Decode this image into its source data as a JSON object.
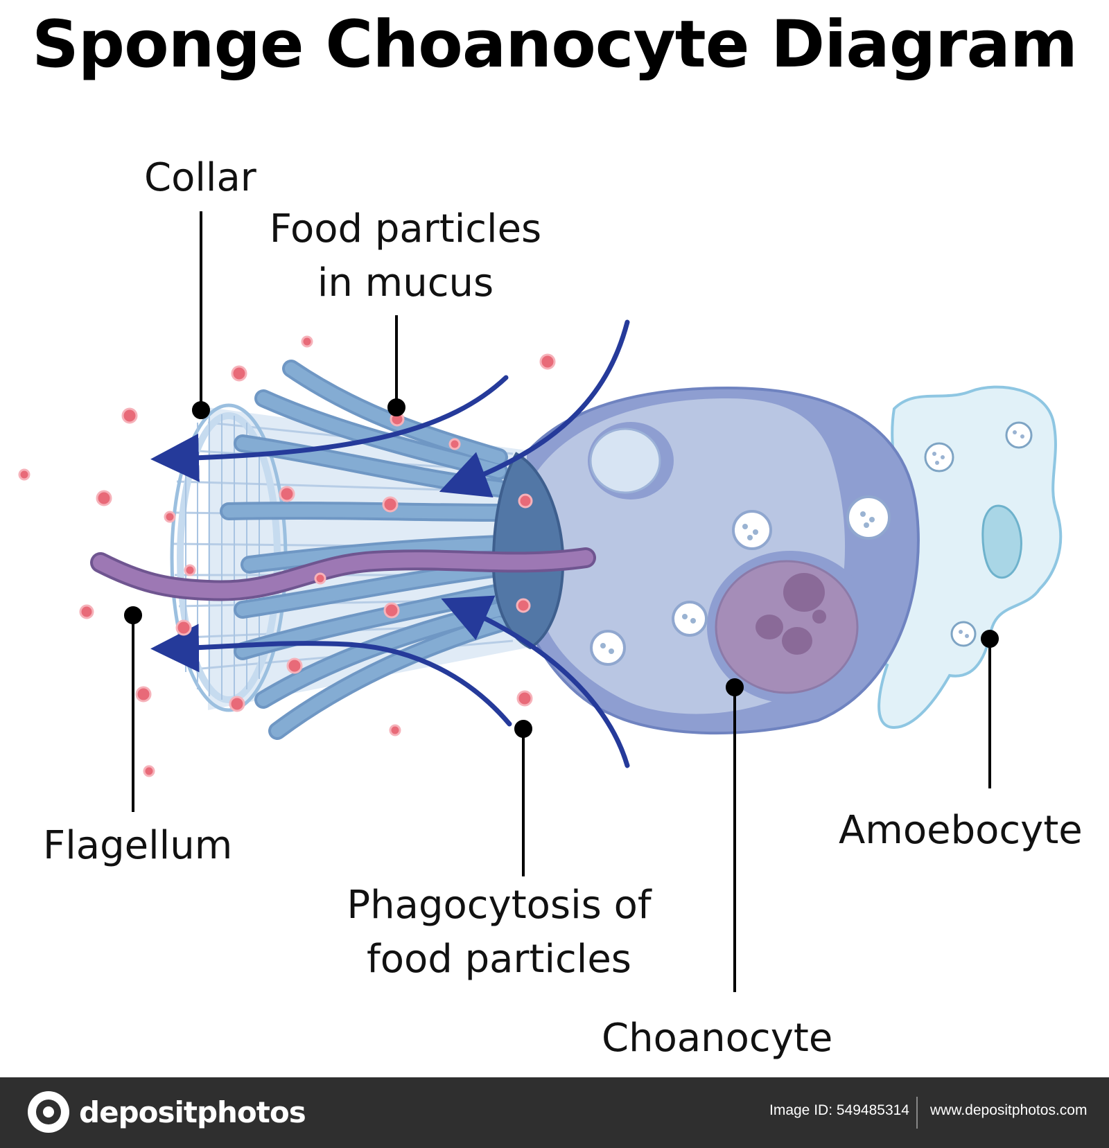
{
  "title": "Sponge Choanocyte Diagram",
  "labels": {
    "collar": "Collar",
    "food_particles": [
      "Food particles",
      "in mucus"
    ],
    "flagellum": "Flagellum",
    "phagocytosis": [
      "Phagocytosis of",
      "food particles"
    ],
    "choanocyte": "Choanocyte",
    "amoebocyte": "Amoebocyte"
  },
  "footer": {
    "brand": "depositphotos",
    "image_id": "Image ID: 549485314",
    "url": "www.depositphotos.com"
  },
  "colors": {
    "cell_body": "#b9c6e3",
    "cell_outline": "#8e9ed1",
    "nucleus": "#a58db8",
    "nucleolus": "#8a6a98",
    "collar": "#dbe8f4",
    "microvilli": "#84acd3",
    "flagellum": "#9d78b4",
    "arrow": "#253a9a",
    "amoebocyte": "#e1f1f8",
    "food_particle": "#e86a78",
    "footer_bg": "#2f2f2f"
  }
}
